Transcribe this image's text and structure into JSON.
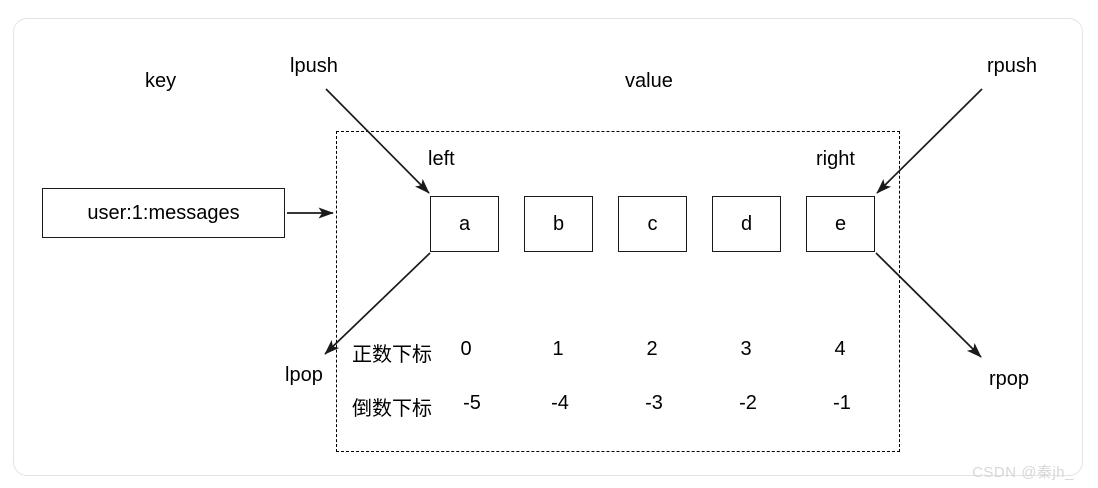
{
  "diagram": {
    "title_labels": {
      "key": "key",
      "value": "value",
      "left": "left",
      "right": "right"
    },
    "key_box": {
      "label": "user:1:messages"
    },
    "operations": {
      "lpush": "lpush",
      "rpush": "rpush",
      "lpop": "lpop",
      "rpop": "rpop"
    },
    "list_cells": [
      {
        "value": "a",
        "positive_index": "0",
        "negative_index": "-5"
      },
      {
        "value": "b",
        "positive_index": "1",
        "negative_index": "-4"
      },
      {
        "value": "c",
        "positive_index": "2",
        "negative_index": "-3"
      },
      {
        "value": "d",
        "positive_index": "3",
        "negative_index": "-2"
      },
      {
        "value": "e",
        "positive_index": "4",
        "negative_index": "-1"
      }
    ],
    "index_row_labels": {
      "positive": "正数下标",
      "negative": "倒数下标"
    },
    "watermark": "CSDN @秦jh_",
    "colors": {
      "stroke": "#1a1a1a",
      "frame": "#e3e3e3",
      "background": "#ffffff",
      "watermark": "#d7d7d7"
    }
  }
}
